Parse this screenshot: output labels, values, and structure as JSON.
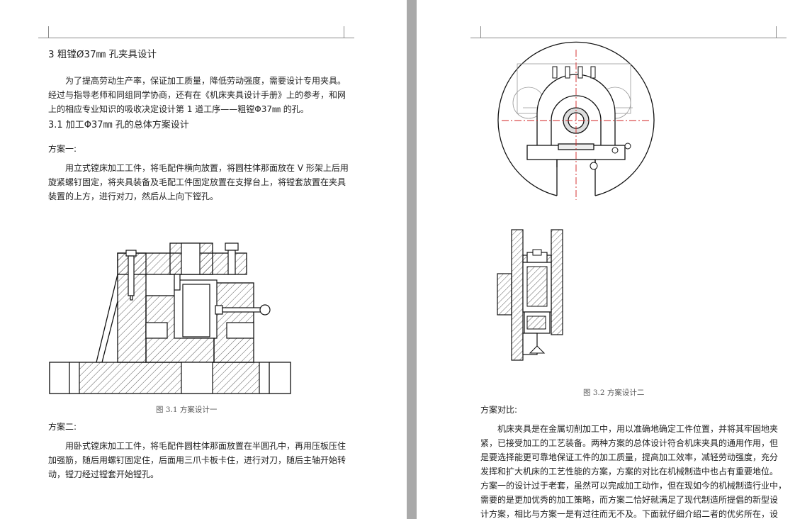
{
  "left_page": {
    "section_title": "3 粗镗Ø37㎜ 孔夹具设计",
    "intro": [
      "为了提高劳动生产率，保证加工质量，降低劳动强度，需要设计专用夹具。",
      "经过与指导老师和同组同学协商，还有在《机床夹具设计手册》上的参考，和网",
      "上的相应专业知识的吸收决定设计第 1 道工序——粗镗Φ37㎜ 的孔。"
    ],
    "subsection_title": "3.1 加工Φ37㎜ 孔的总体方案设计",
    "plan1_label": "方案一:",
    "plan1_text": [
      "用立式镗床加工工件，将毛配件横向放置，将圆柱体那面放在 V 形架上后用",
      "旋紧螺钉固定，将夹具装备及毛配工件固定放置在支撑台上，将镗套放置在夹具",
      "装置的上方，进行对刀，然后从上向下镗孔。"
    ],
    "figure1_caption": "图 3.1  方案设计一",
    "plan2_label": "方案二:",
    "plan2_text": [
      "用卧式镗床加工工件，将毛配件圆柱体那面放置在半圆孔中，再用压板压住",
      "加强筋，随后用螺钉固定住，后面用三爪卡板卡住，进行对刀，随后主轴开始转",
      "动，镗刀经过镗套开始镗孔。"
    ]
  },
  "right_page": {
    "figure2_caption": "图 3.2  方案设计二",
    "compare_label": "方案对比:",
    "compare_text": [
      "机床夹具是在金属切削加工中，用以准确地确定工件位置，并将其牢固地夹",
      "紧，已接受加工的工艺装备。两种方案的总体设计符合机床夹具的通用作用，但",
      "是要选择能更可靠地保证工件的加工质量，提高加工效率，减轻劳动强度，充分",
      "发挥和扩大机床的工艺性能的方案，方案的对比在机械制造中也占有重要地位。",
      "方案一的设计过于老套，虽然可以完成加工动作，但在现如今的机械制造行业中，",
      "需要的是更加优秀的加工策略，而方案二恰好就满足了现代制造所提倡的新型设",
      "计方案，相比与方案一是有过往而无不及。下面就仔细介绍二者的优劣所在，设"
    ]
  }
}
